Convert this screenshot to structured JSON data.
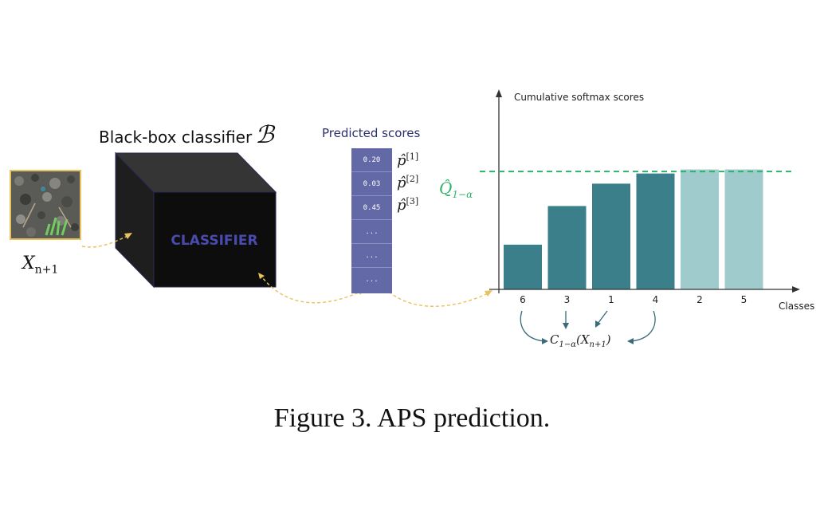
{
  "figure": {
    "caption": "Figure 3. APS prediction."
  },
  "input": {
    "label": "X",
    "label_sub": "n+1"
  },
  "classifier": {
    "title": "Black-box classifier",
    "symbol": "ℬ",
    "box_text": "CLASSIFIER",
    "box_text_color": "#4a4ab0"
  },
  "predicted_scores": {
    "title": "Predicted scores",
    "cells": [
      "0.20",
      "0.03",
      "0.45",
      "...",
      "...",
      "..."
    ],
    "labels": [
      {
        "base": "p̂",
        "sup": "[1]"
      },
      {
        "base": "p̂",
        "sup": "[2]"
      },
      {
        "base": "p̂",
        "sup": "[3]"
      }
    ],
    "column_color": "#6368a6"
  },
  "chart_data": {
    "type": "bar",
    "title": "",
    "ylabel": "Cumulative softmax scores",
    "xlabel": "Classes",
    "categories": [
      "6",
      "3",
      "1",
      "4",
      "2",
      "5"
    ],
    "values": [
      0.22,
      0.41,
      0.52,
      0.57,
      0.59,
      0.59
    ],
    "included": [
      true,
      true,
      true,
      true,
      false,
      false
    ],
    "ylim": [
      0,
      1
    ],
    "threshold": {
      "label": "Q̂",
      "label_sub": "1−α",
      "value": 0.58,
      "color": "#2fb36a"
    },
    "colors": {
      "included": "#3a7f89",
      "excluded": "#9fcbcc"
    },
    "set_label": "C",
    "set_label_sub": "1−α",
    "set_label_arg": "(X",
    "set_label_arg_sub": "n+1",
    "set_label_close": ")"
  }
}
